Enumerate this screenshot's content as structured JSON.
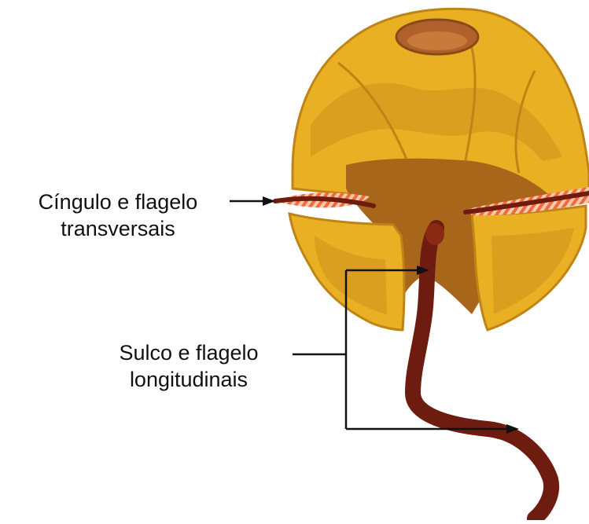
{
  "labels": {
    "cingulo_line1": "Cíngulo e flagelo",
    "cingulo_line2": "transversais",
    "sulco_line1": "Sulco e flagelo",
    "sulco_line2": "longitudinais"
  },
  "colors": {
    "theca_main": "#E8B022",
    "theca_shade": "#D19A1C",
    "theca_dark": "#C08416",
    "inner_body": "#A8661A",
    "pore": "#B0602A",
    "flagellum": "#6E1C10",
    "girdle_stripes": "#F06A3A",
    "leader_lines": "#111111"
  }
}
